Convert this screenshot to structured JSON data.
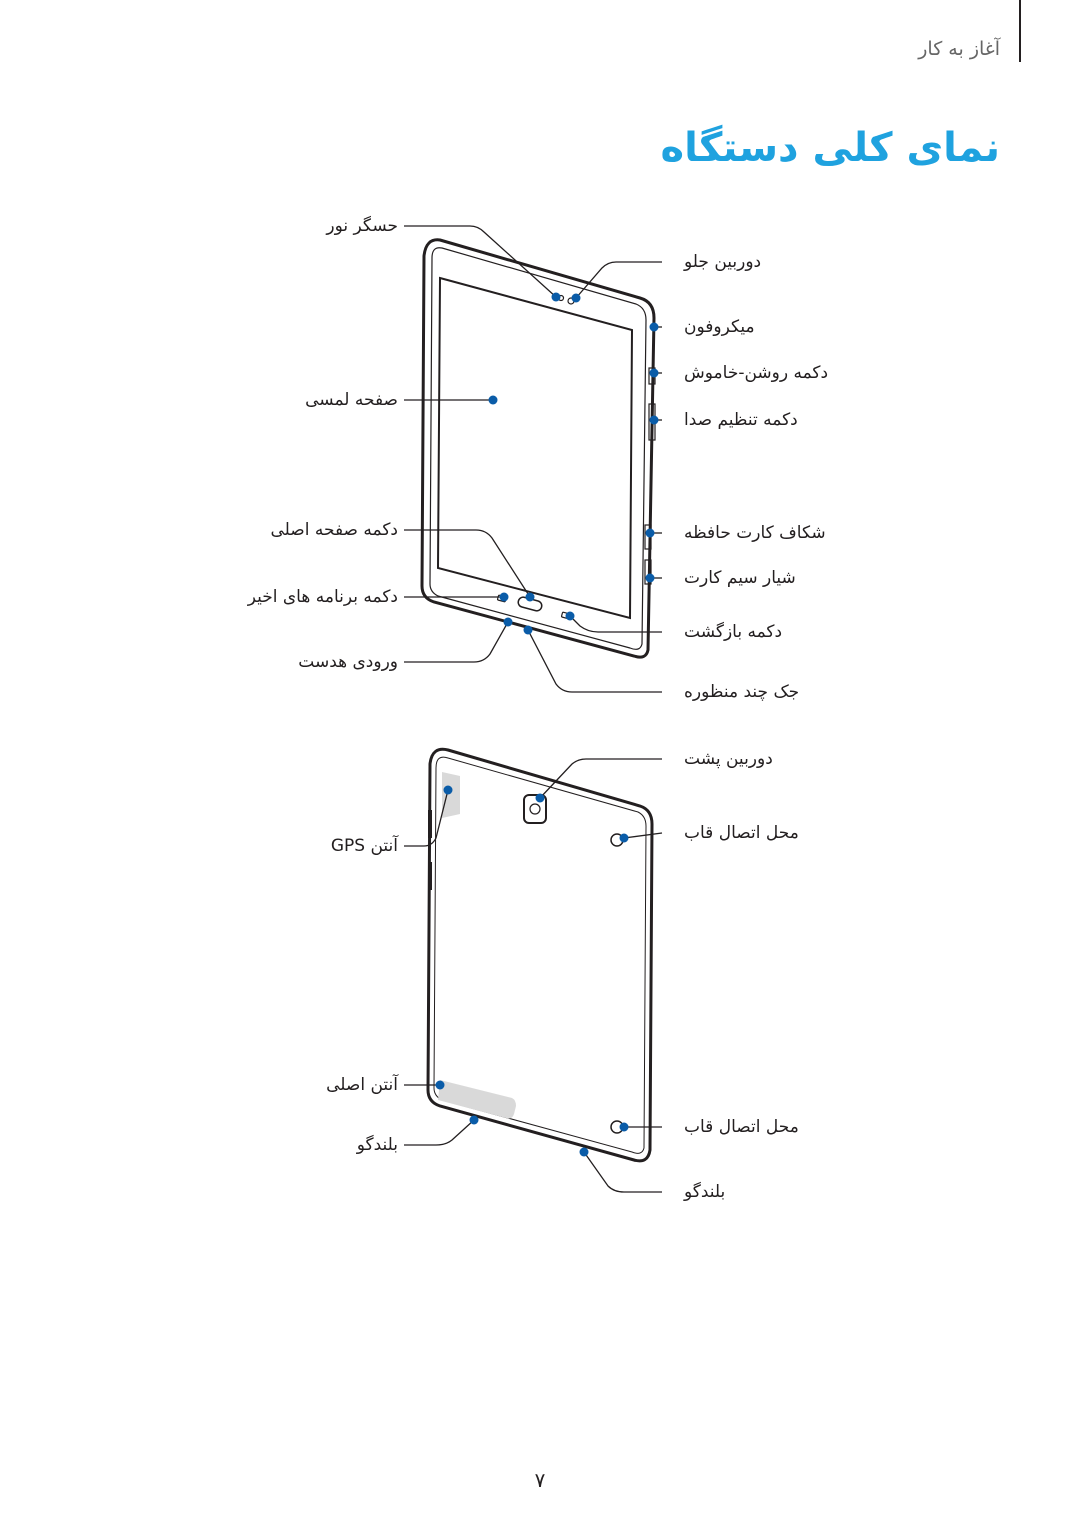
{
  "header": {
    "section": "آغاز به کار",
    "title": "نمای کلی دستگاه"
  },
  "front_labels": {
    "light_sensor": "حسگر نور",
    "front_camera": "دوربین جلو",
    "microphone": "میکروفون",
    "power_button": "دکمه روشن-خاموش",
    "volume_button": "دکمه تنظیم صدا",
    "touchscreen": "صفحه لمسی",
    "home_button": "دکمه صفحه اصلی",
    "recent_apps_button": "دکمه برنامه های اخیر",
    "memory_card_slot": "شکاف کارت حافظه",
    "sim_card_tray": "شیار سیم کارت",
    "back_button": "دکمه بازگشت",
    "headset_jack": "ورودی هدست",
    "multipurpose_jack": "جک چند منظوره"
  },
  "back_labels": {
    "rear_camera": "دوربین پشت",
    "gps_antenna": "آنتن GPS",
    "cover_hole_top": "محل اتصال قاب",
    "main_antenna": "آنتن اصلی",
    "speaker_left": "بلندگو",
    "cover_hole_bottom": "محل اتصال قاب",
    "speaker_right": "بلندگو"
  },
  "page": {
    "number": "۷"
  },
  "colors": {
    "accent": "#1fa2df",
    "callout": "#0a5ca8",
    "line": "#231f20"
  }
}
